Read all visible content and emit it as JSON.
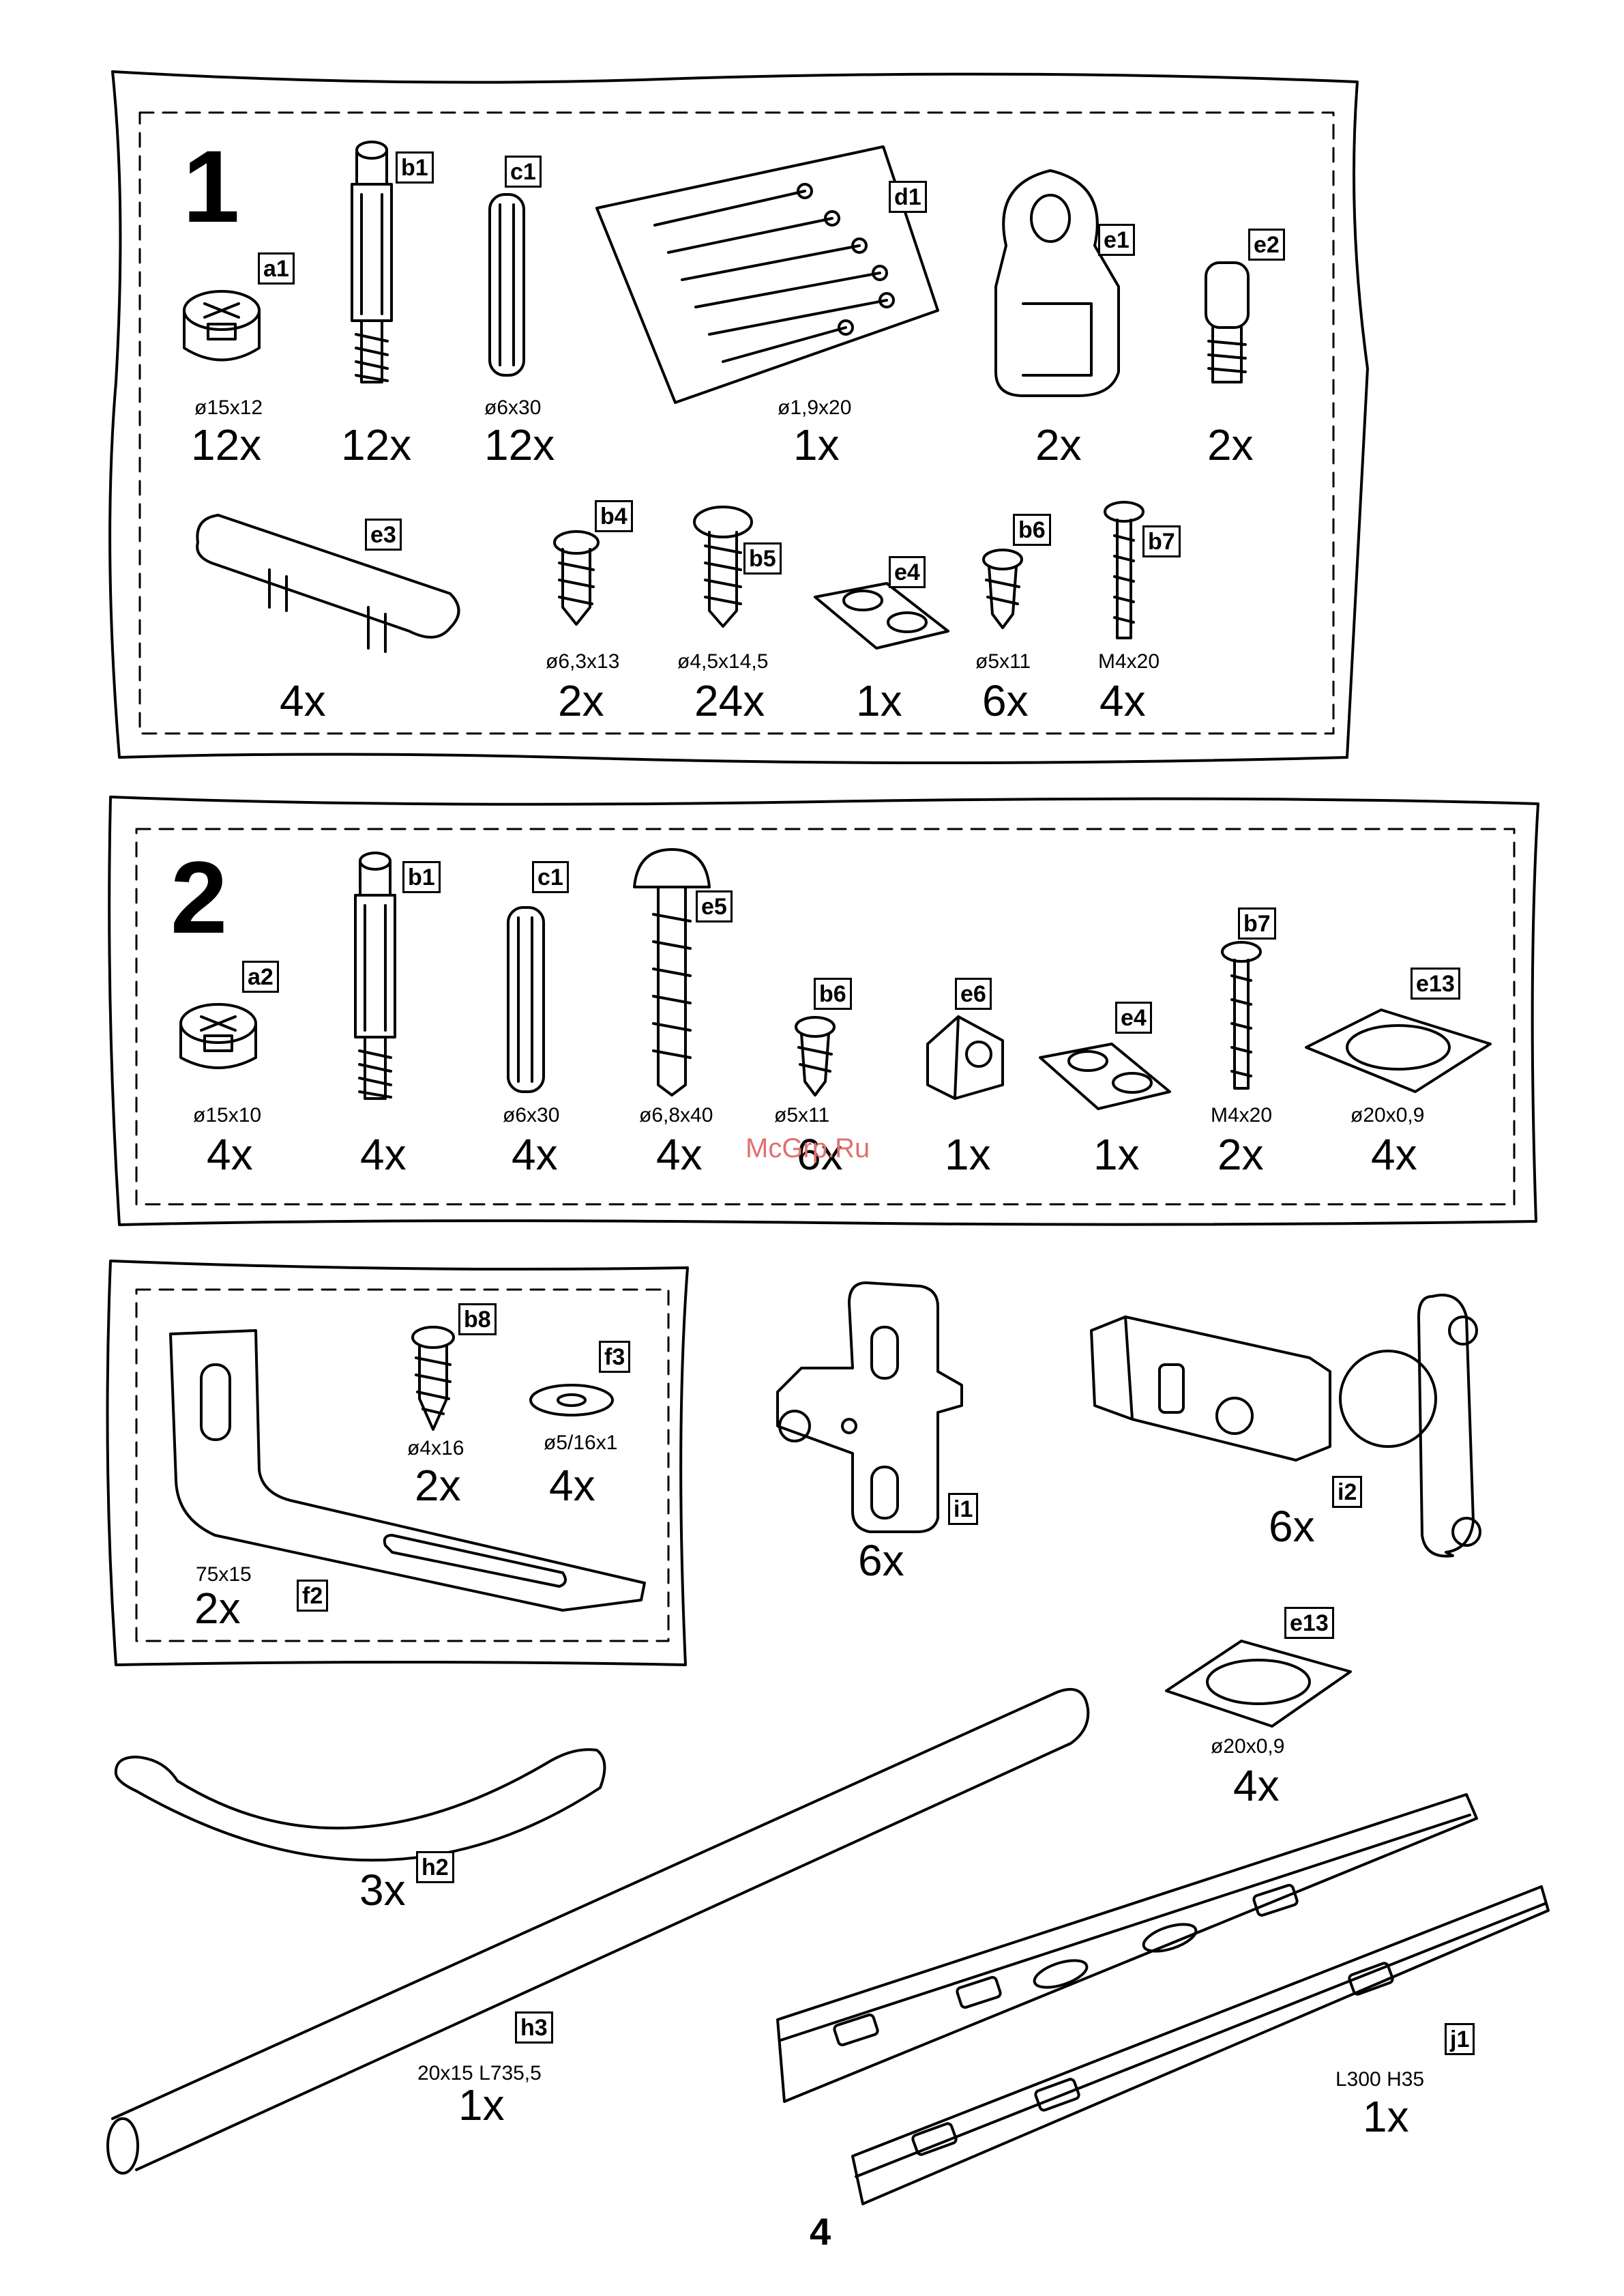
{
  "page_number": "4",
  "watermark": "McGrp.Ru",
  "packs": [
    {
      "number": "1",
      "items": [
        {
          "label": "a1",
          "size": "ø15x12",
          "qty": "12x"
        },
        {
          "label": "b1",
          "size": "",
          "qty": "12x"
        },
        {
          "label": "c1",
          "size": "ø6x30",
          "qty": "12x"
        },
        {
          "label": "d1",
          "size": "ø1,9x20",
          "qty": "1x"
        },
        {
          "label": "e1",
          "size": "",
          "qty": "2x"
        },
        {
          "label": "e2",
          "size": "",
          "qty": "2x"
        },
        {
          "label": "e3",
          "size": "",
          "qty": "4x"
        },
        {
          "label": "b4",
          "size": "ø6,3x13",
          "qty": "2x"
        },
        {
          "label": "b5",
          "size": "ø4,5x14,5",
          "qty": "24x"
        },
        {
          "label": "e4",
          "size": "",
          "qty": "1x"
        },
        {
          "label": "b6",
          "size": "ø5x11",
          "qty": "6x"
        },
        {
          "label": "b7",
          "size": "M4x20",
          "qty": "4x"
        }
      ]
    },
    {
      "number": "2",
      "items": [
        {
          "label": "a2",
          "size": "ø15x10",
          "qty": "4x"
        },
        {
          "label": "b1",
          "size": "",
          "qty": "4x"
        },
        {
          "label": "c1",
          "size": "ø6x30",
          "qty": "4x"
        },
        {
          "label": "e5",
          "size": "ø6,8x40",
          "qty": "4x"
        },
        {
          "label": "b6",
          "size": "ø5x11",
          "qty": "6x"
        },
        {
          "label": "e6",
          "size": "",
          "qty": "1x"
        },
        {
          "label": "e4",
          "size": "",
          "qty": "1x"
        },
        {
          "label": "b7",
          "size": "M4x20",
          "qty": "2x"
        },
        {
          "label": "e13",
          "size": "ø20x0,9",
          "qty": "4x"
        }
      ]
    },
    {
      "number": "",
      "items": [
        {
          "label": "b8",
          "size": "ø4x16",
          "qty": "2x"
        },
        {
          "label": "f3",
          "size": "ø5/16x1",
          "qty": "4x"
        },
        {
          "label": "f2",
          "size": "75x15",
          "qty": "2x"
        }
      ]
    }
  ],
  "loose_items": [
    {
      "label": "i1",
      "size": "",
      "qty": "6x"
    },
    {
      "label": "i2",
      "size": "",
      "qty": "6x"
    },
    {
      "label": "e13",
      "size": "ø20x0,9",
      "qty": "4x"
    },
    {
      "label": "h2",
      "size": "",
      "qty": "3x"
    },
    {
      "label": "h3",
      "size": "20x15 L735,5",
      "qty": "1x"
    },
    {
      "label": "j1",
      "size": "L300 H35",
      "qty": "1x"
    }
  ]
}
